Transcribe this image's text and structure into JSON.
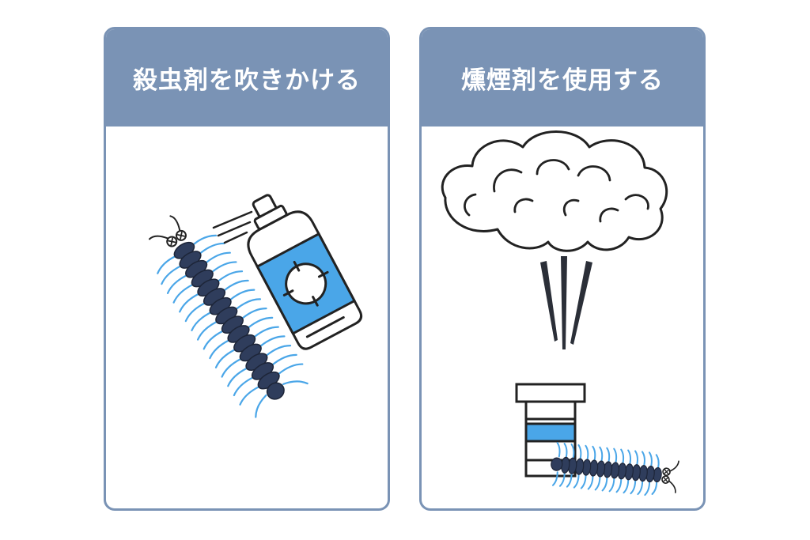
{
  "panels": [
    {
      "title": "殺虫剤を吹きかける",
      "illustration": "centipede-and-spray-can"
    },
    {
      "title": "燻煙剤を使用する",
      "illustration": "smoke-fumigator-and-centipede"
    }
  ],
  "colors": {
    "panel_header": "#7a93b5",
    "panel_border": "#7a93b5",
    "accent_blue": "#4aa6e8",
    "centipede_body": "#2f3d5c",
    "outline": "#222222"
  }
}
